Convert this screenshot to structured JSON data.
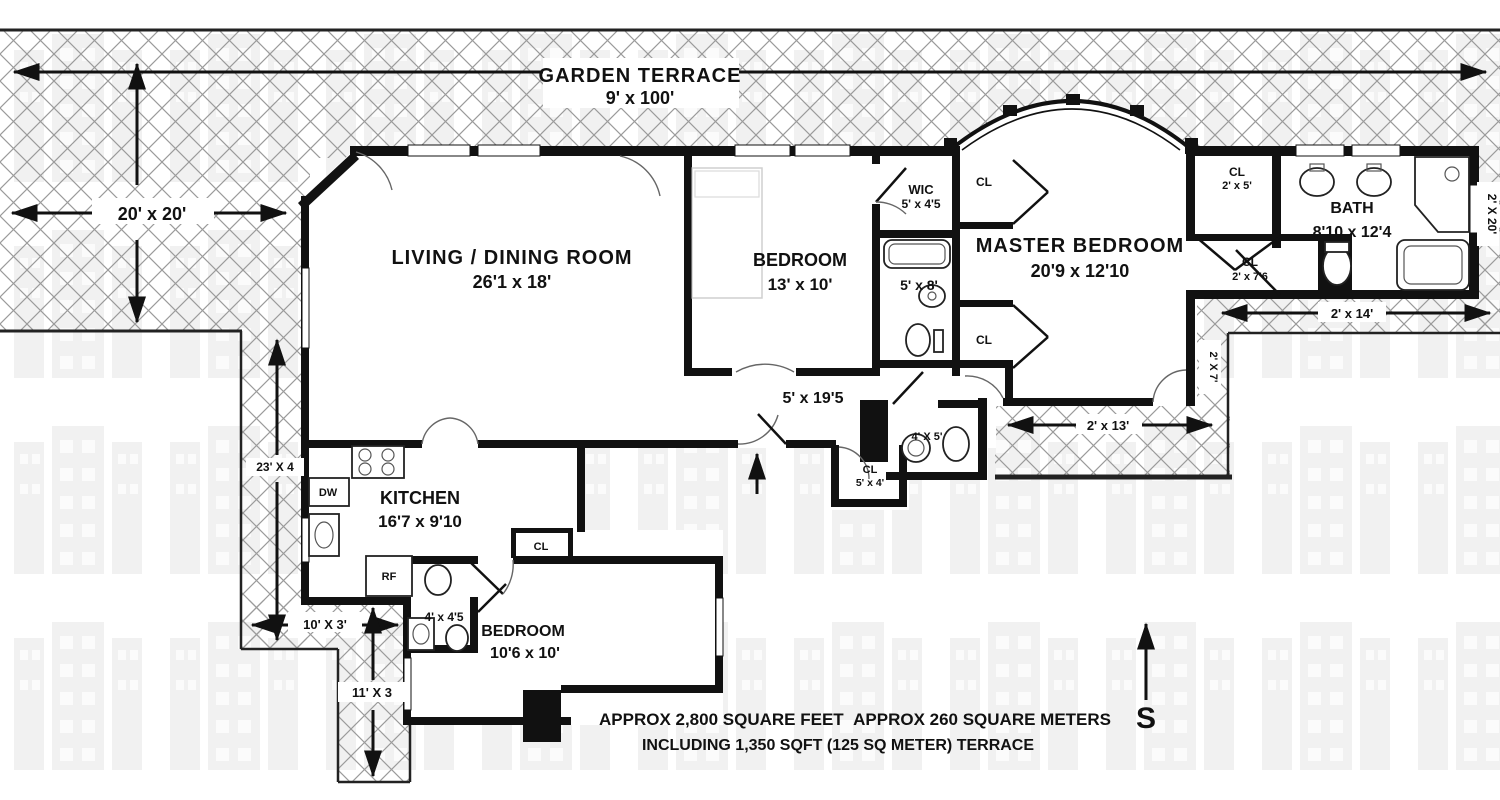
{
  "garden_terrace": {
    "name": "GARDEN TERRACE",
    "dim": "9' x 100'"
  },
  "outdoor_dims": {
    "terrace_20x20": "20' x 20'",
    "strip_23x4": "23' X 4",
    "strip_10x3": "10' X 3'",
    "strip_11x3": "11' X 3",
    "strip_2x14": "2' x 14'",
    "strip_2x7": "2' X 7'",
    "strip_2x13": "2' x 13'",
    "strip_2x20": "2' X 20'"
  },
  "rooms": {
    "living": {
      "name": "LIVING / DINING ROOM",
      "dim": "26'1 x 18'"
    },
    "bedroom2": {
      "name": "BEDROOM",
      "dim": "13' x 10'"
    },
    "wic": {
      "name": "WIC",
      "dim": "5' x 4'5"
    },
    "bath_5x8": {
      "dim": "5' x 8'"
    },
    "master": {
      "name": "MASTER BEDROOM",
      "dim": "20'9 x 12'10"
    },
    "bath_master": {
      "name": "BATH",
      "dim": "8'10 x 12'4"
    },
    "kitchen": {
      "name": "KITCHEN",
      "dim": "16'7 x 9'10"
    },
    "bedroom3": {
      "name": "BEDROOM",
      "dim": "10'6 x 10'"
    },
    "bath_4x5": {
      "dim": "4' X 5'"
    },
    "bath_4x45": {
      "dim": "4' x 4'5"
    },
    "hall": {
      "dim": "5' x 19'5"
    }
  },
  "closets": {
    "cl_2x5": {
      "label": "CL",
      "dim": "2' x 5'"
    },
    "cl_2x76": {
      "label": "CL",
      "dim": "2' x 7'6"
    },
    "cl_master_top": "CL",
    "cl_master_bottom": "CL",
    "cl_foyer": {
      "label": "CL",
      "dim": "5' x 4'"
    },
    "cl_kitchen": "CL"
  },
  "appliances": {
    "dishwasher": "DW",
    "refrigerator": "RF"
  },
  "compass": {
    "label": "S"
  },
  "footer": {
    "line1": "APPROX 2,800 SQUARE FEET  APPROX 260 SQUARE METERS",
    "line2": "INCLUDING 1,350 SQFT (125 SQ METER) TERRACE"
  }
}
